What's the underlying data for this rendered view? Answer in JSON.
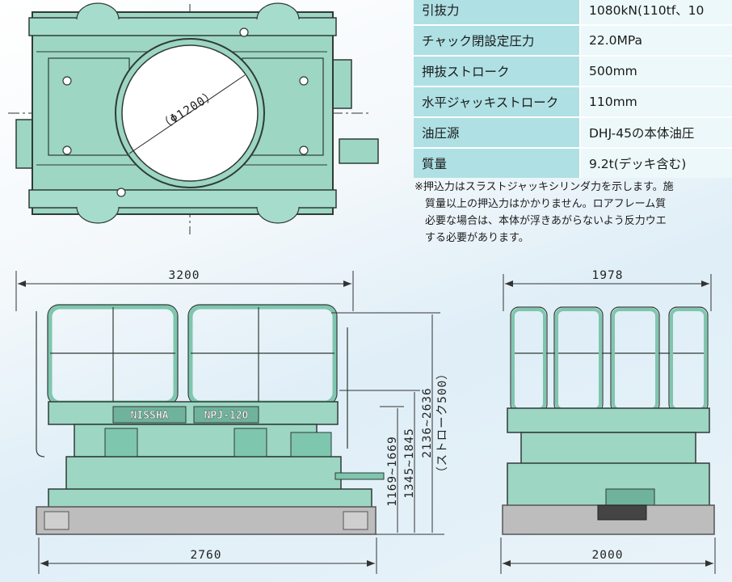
{
  "specs": [
    {
      "label": "引抜力",
      "value": "1080kN(110tf、10"
    },
    {
      "label": "チャック閉設定圧力",
      "value": "22.0MPa"
    },
    {
      "label": "押抜ストローク",
      "value": "500mm"
    },
    {
      "label": "水平ジャッキストローク",
      "value": "110mm"
    },
    {
      "label": "油圧源",
      "value": "DHJ-45の本体油圧"
    },
    {
      "label": "質量",
      "value": "9.2t(デッキ含む)"
    }
  ],
  "note": {
    "lines": [
      "※押込力はスラストジャッキシリンダ力を示します。施",
      "質量以上の押込力はかかりません。ロアフレーム質",
      "必要な場合は、本体が浮きあがらないよう反力ウエ",
      "する必要があります。"
    ]
  },
  "plan_view": {
    "bore_label": "（Φ1200）"
  },
  "front_view": {
    "width_top": "3200",
    "width_bottom": "2760",
    "height_1": "1169~1669",
    "height_2": "1345~1845",
    "height_3": "2136~2636",
    "height_3_note": "（ストローク500）",
    "plate_left": "NISSHA",
    "plate_right": "NPJ-120"
  },
  "side_view": {
    "width_top": "1978",
    "width_bottom": "2000"
  },
  "colors": {
    "machine": "#9dd6c3",
    "machine_dark": "#6fb39c",
    "outline": "#2f3b36",
    "base": "#bdbdbd",
    "table_key": "#aee0e4",
    "table_value": "#ecf8f9"
  }
}
